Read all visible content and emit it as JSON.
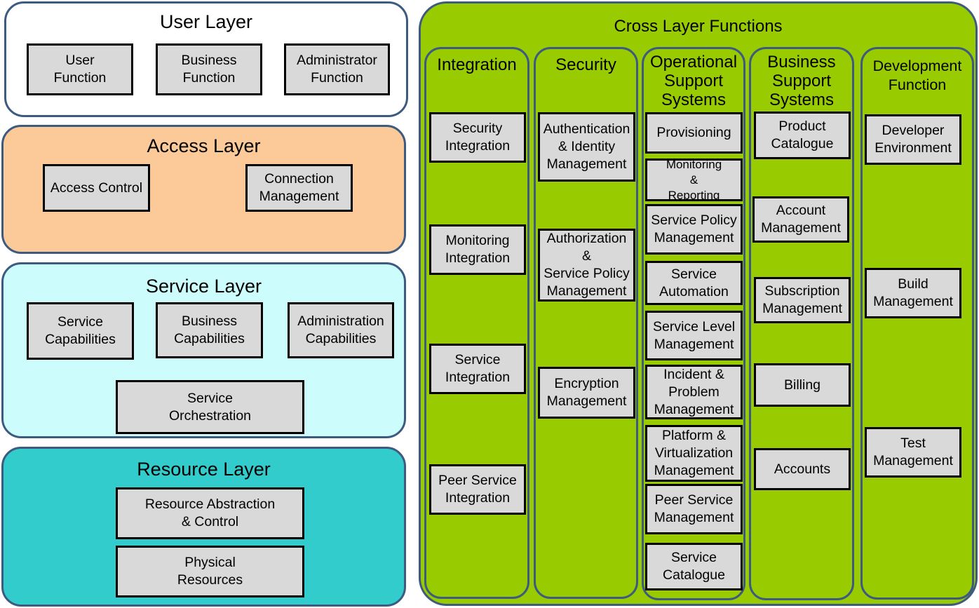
{
  "user_layer": {
    "title": "User Layer",
    "boxes": [
      "User\nFunction",
      "Business\nFunction",
      "Administrator\nFunction"
    ]
  },
  "access_layer": {
    "title": "Access Layer",
    "boxes": [
      "Access Control",
      "Connection\nManagement"
    ]
  },
  "service_layer": {
    "title": "Service  Layer",
    "boxes": [
      "Service\nCapabilities",
      "Business\nCapabilities",
      "Administration\nCapabilities",
      "Service\nOrchestration"
    ]
  },
  "resource_layer": {
    "title": "Resource Layer",
    "boxes": [
      "Resource Abstraction\n& Control",
      "Physical\nResources"
    ]
  },
  "cross_layer": {
    "title": "Cross Layer Functions",
    "columns": [
      {
        "title": "Integration",
        "boxes": [
          "Security\nIntegration",
          "Monitoring\nIntegration",
          "Service\nIntegration",
          "Peer Service\nIntegration"
        ]
      },
      {
        "title": "Security",
        "boxes": [
          "Authentication\n& Identity\nManagement",
          "Authorization\n&\nService Policy\nManagement",
          "Encryption\nManagement"
        ]
      },
      {
        "title": "Operational\nSupport\nSystems",
        "boxes": [
          "Provisioning",
          "Monitoring\n&\nReporting",
          "Service Policy\nManagement",
          "Service\nAutomation",
          "Service Level\nManagement",
          "Incident &\nProblem\nManagement",
          "Platform &\nVirtualization\nManagement",
          "Peer Service\nManagement",
          "Service\nCatalogue"
        ]
      },
      {
        "title": "Business\nSupport\nSystems",
        "boxes": [
          "Product\nCatalogue",
          "Account\nManagement",
          "Subscription\nManagement",
          "Billing",
          "Accounts"
        ]
      },
      {
        "title": "Development\nFunction",
        "boxes": [
          "Developer\nEnvironment",
          "Build\nManagement",
          "Test\nManagement"
        ]
      }
    ]
  },
  "colors": {
    "user_layer_bg": "#ffffff",
    "access_layer_bg": "#fcc998",
    "service_layer_bg": "#ccfcfc",
    "resource_layer_bg": "#33cccc",
    "cross_layer_bg": "#99cc00",
    "box_bg": "#d9d9d9",
    "border_blue": "#3d5a80"
  }
}
